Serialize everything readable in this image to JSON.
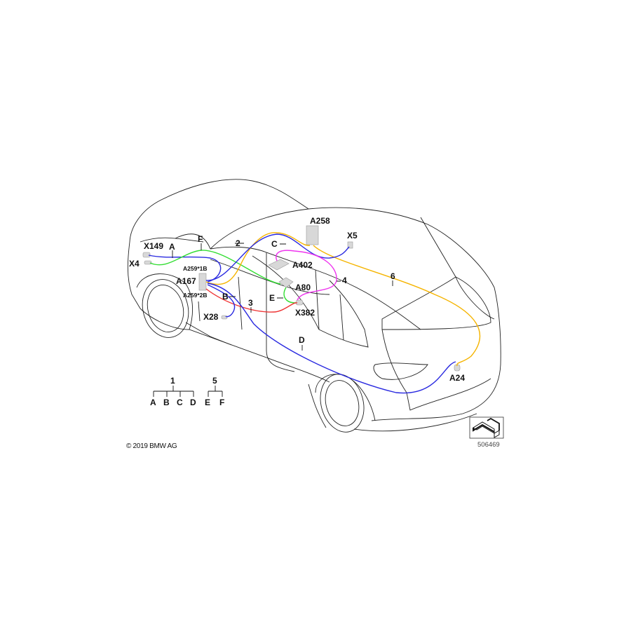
{
  "labels": {
    "X149": "X149",
    "A": "A",
    "F": "F",
    "X4": "X4",
    "n2": "2",
    "C": "C",
    "A258": "A258",
    "X5": "X5",
    "A402": "A402",
    "n4": "4",
    "n6": "6",
    "A259_1B": "A259*1B",
    "A167": "A167",
    "A80": "A80",
    "A259_2B": "A259*2B",
    "B": "B",
    "n3": "3",
    "E": "E",
    "X382": "X382",
    "X28": "X28",
    "D": "D",
    "A24": "A24"
  },
  "legend": {
    "group1": {
      "title": "1",
      "items": [
        "A",
        "B",
        "C",
        "D"
      ]
    },
    "group5": {
      "title": "5",
      "items": [
        "E",
        "F"
      ]
    }
  },
  "footer": {
    "copyright": "© 2019 BMW AG",
    "diagram_number": "506469"
  },
  "colors": {
    "blue": "#2a2ae0",
    "green": "#33dd33",
    "yellow": "#f5b400",
    "magenta": "#ee33ee",
    "red": "#ee3333"
  },
  "icons": {
    "view_indicator": "car-orientation-arrow-icon"
  }
}
